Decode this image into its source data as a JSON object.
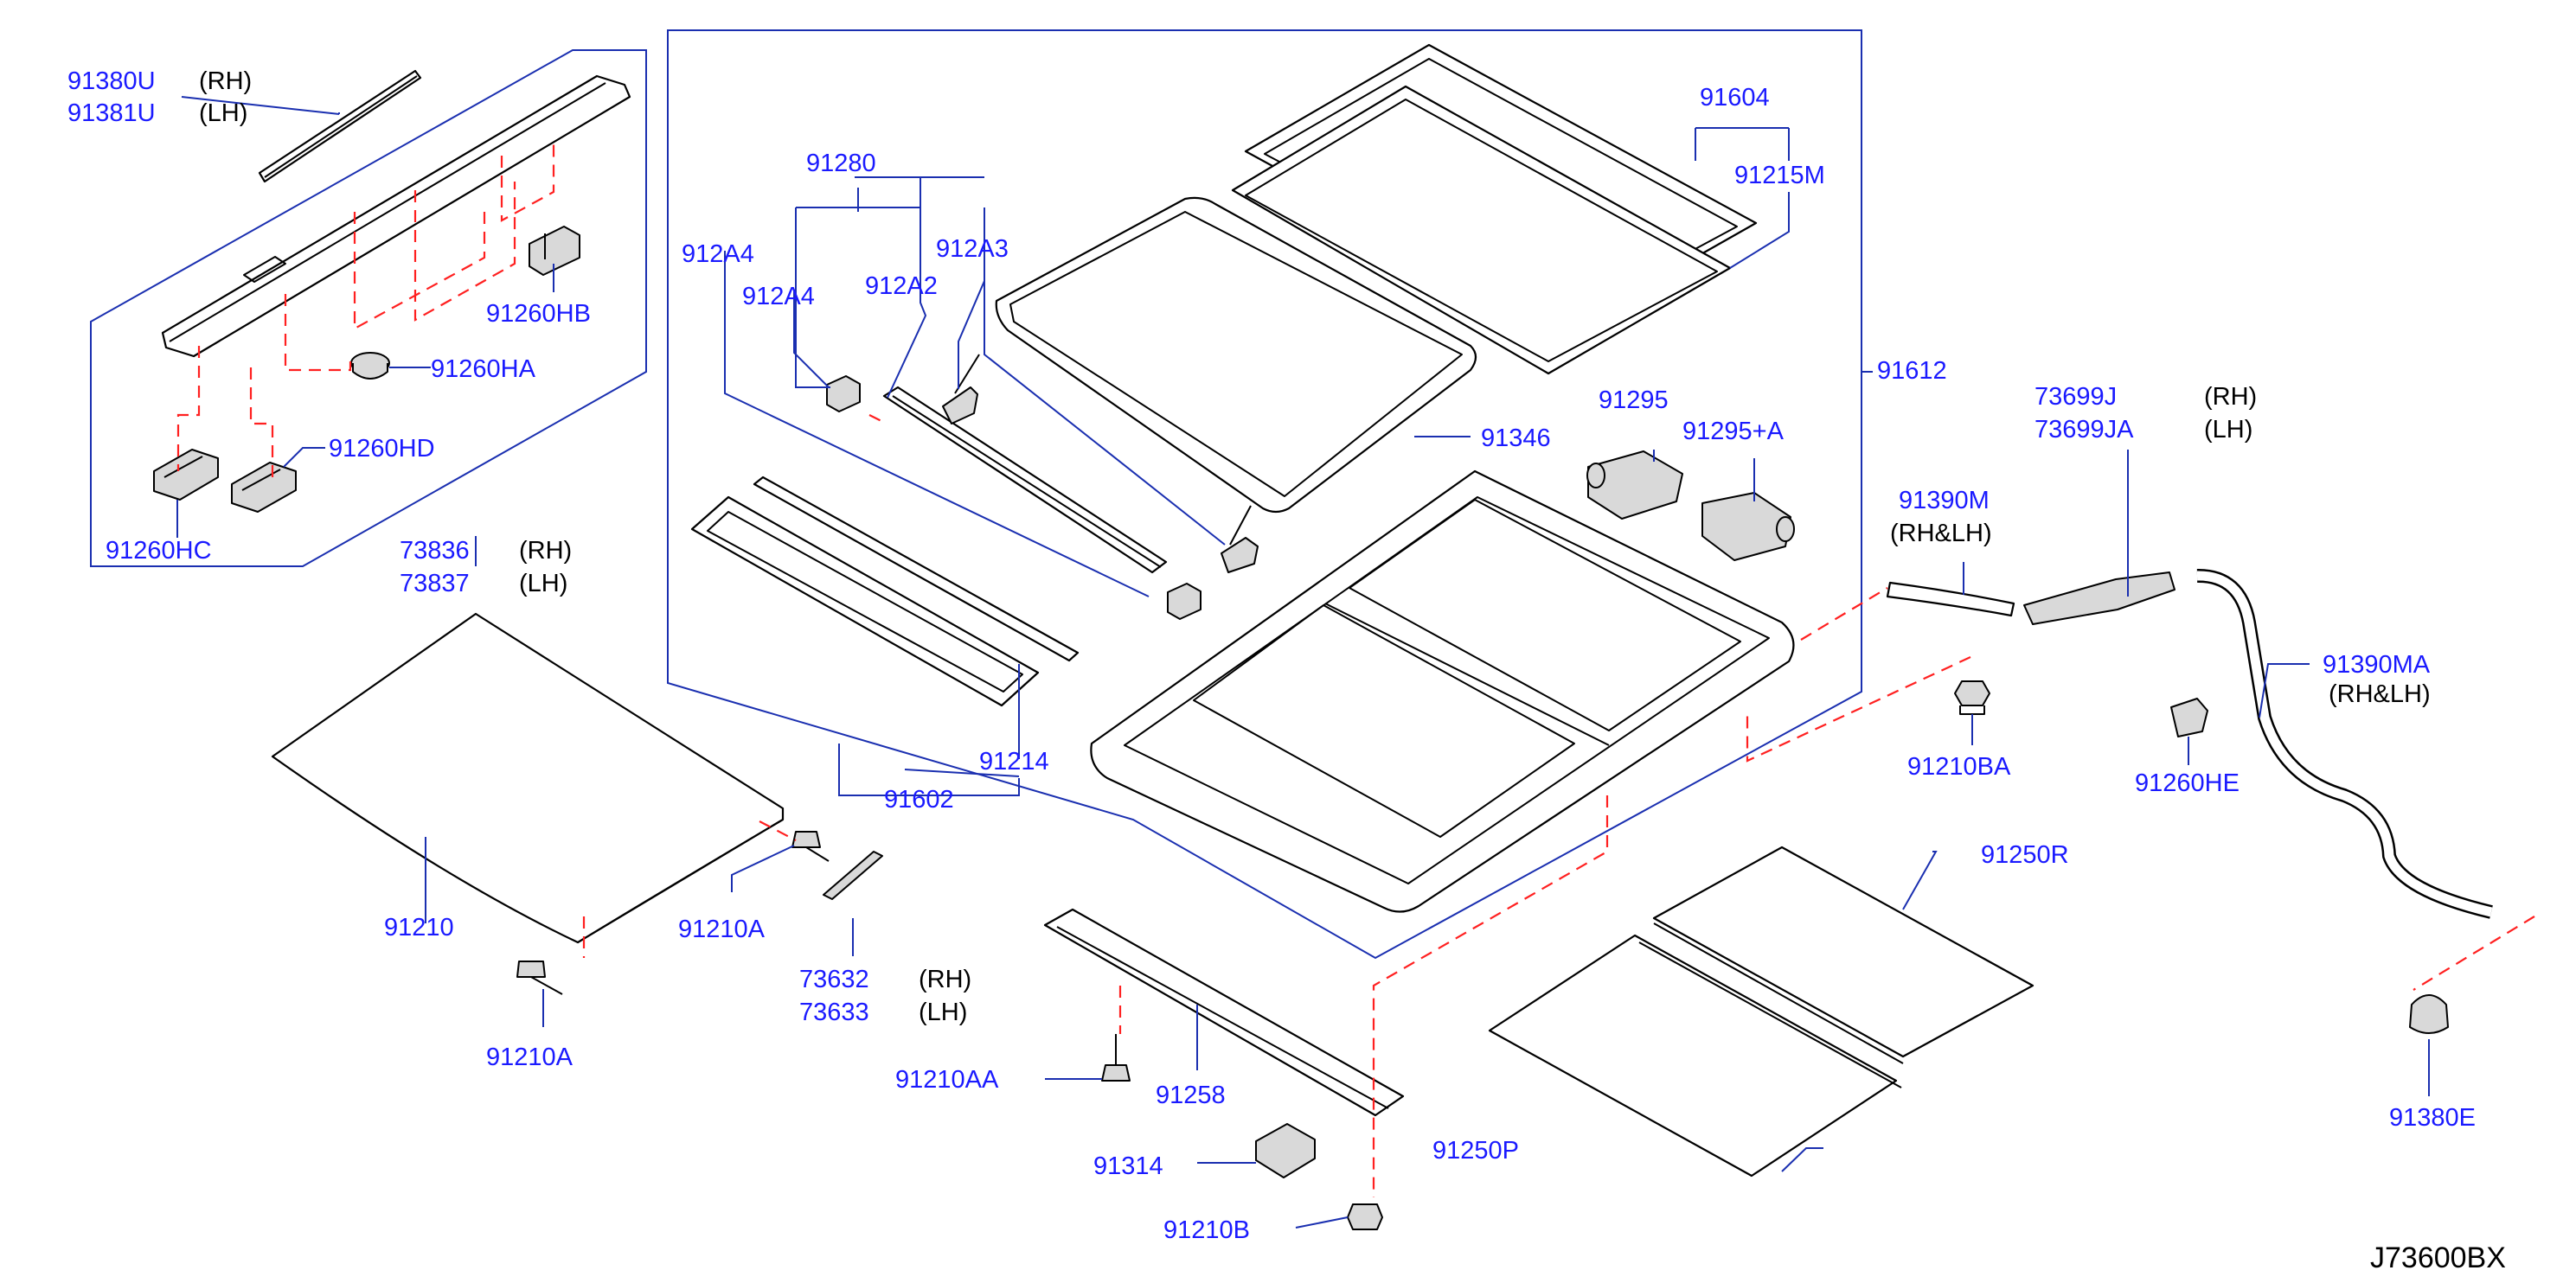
{
  "diagram": {
    "code": "J73600BX",
    "colors": {
      "part_number": "#1a1aff",
      "leader": "#1a2fb0",
      "cut_line": "#ff2020",
      "side": "#000000"
    },
    "labels": [
      {
        "id": "91380U",
        "num": "91380U",
        "side": "(RH)"
      },
      {
        "id": "91381U",
        "num": "91381U",
        "side": "(LH)"
      },
      {
        "id": "91260HB",
        "num": "91260HB"
      },
      {
        "id": "91260HA",
        "num": "91260HA"
      },
      {
        "id": "91260HD",
        "num": "91260HD"
      },
      {
        "id": "91260HC",
        "num": "91260HC"
      },
      {
        "id": "73836",
        "num": "73836",
        "side": "(RH)"
      },
      {
        "id": "73837",
        "num": "73837",
        "side": "(LH)"
      },
      {
        "id": "91280",
        "num": "91280"
      },
      {
        "id": "912A4a",
        "num": "912A4"
      },
      {
        "id": "912A4b",
        "num": "912A4"
      },
      {
        "id": "912A3",
        "num": "912A3"
      },
      {
        "id": "912A2",
        "num": "912A2"
      },
      {
        "id": "91604",
        "num": "91604"
      },
      {
        "id": "91215M",
        "num": "91215M"
      },
      {
        "id": "91612",
        "num": "91612"
      },
      {
        "id": "91295",
        "num": "91295"
      },
      {
        "id": "91295A",
        "num": "91295+A"
      },
      {
        "id": "91346",
        "num": "91346"
      },
      {
        "id": "91214",
        "num": "91214"
      },
      {
        "id": "91602",
        "num": "91602"
      },
      {
        "id": "73699J",
        "num": "73699J",
        "side": "(RH)"
      },
      {
        "id": "73699JA",
        "num": "73699JA",
        "side": "(LH)"
      },
      {
        "id": "91390M",
        "num": "91390M",
        "side": "(RH&LH)"
      },
      {
        "id": "91390MA",
        "num": "91390MA",
        "side": "(RH&LH)"
      },
      {
        "id": "91210BA",
        "num": "91210BA"
      },
      {
        "id": "91260HE",
        "num": "91260HE"
      },
      {
        "id": "91250R",
        "num": "91250R"
      },
      {
        "id": "91250P",
        "num": "91250P"
      },
      {
        "id": "91380E",
        "num": "91380E"
      },
      {
        "id": "91210",
        "num": "91210"
      },
      {
        "id": "91210Aa",
        "num": "91210A"
      },
      {
        "id": "91210Ab",
        "num": "91210A"
      },
      {
        "id": "73632",
        "num": "73632",
        "side": "(RH)"
      },
      {
        "id": "73633",
        "num": "73633",
        "side": "(LH)"
      },
      {
        "id": "91210AA",
        "num": "91210AA"
      },
      {
        "id": "91258",
        "num": "91258"
      },
      {
        "id": "91314",
        "num": "91314"
      },
      {
        "id": "91210B",
        "num": "91210B"
      }
    ]
  }
}
